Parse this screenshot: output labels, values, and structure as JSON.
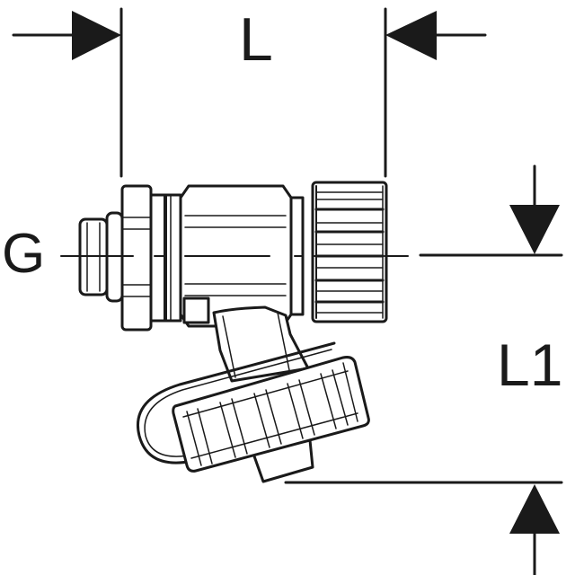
{
  "drawing": {
    "type": "technical dimension drawing",
    "subject": "valve fitting with hinged cap",
    "labels": {
      "length": "L",
      "thread": "G",
      "height": "L1"
    },
    "colors": {
      "line": "#1a1a1a",
      "background": "#ffffff"
    }
  }
}
